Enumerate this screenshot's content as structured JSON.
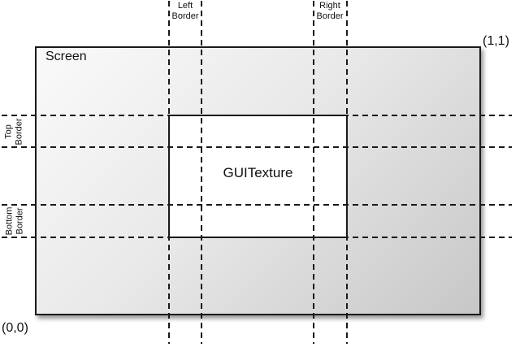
{
  "diagram": {
    "screen": {
      "label": "Screen"
    },
    "texture": {
      "label": "GUITexture"
    },
    "corners": {
      "top_right": "(1,1)",
      "bottom_left": "(0,0)"
    },
    "borders": {
      "left": {
        "line1": "Left",
        "line2": "Border"
      },
      "right": {
        "line1": "Right",
        "line2": "Border"
      },
      "top": {
        "line1": "Top",
        "line2": "Border"
      },
      "bottom": {
        "line1": "Bottom",
        "line2": "Border"
      }
    },
    "colors": {
      "line": "#1a1a1a",
      "screen_gradient_start": "#fafafa",
      "screen_gradient_mid": "#e9e9e9",
      "screen_gradient_end": "#c7c7c7",
      "texture_fill": "#ffffff",
      "background": "#ffffff"
    }
  }
}
